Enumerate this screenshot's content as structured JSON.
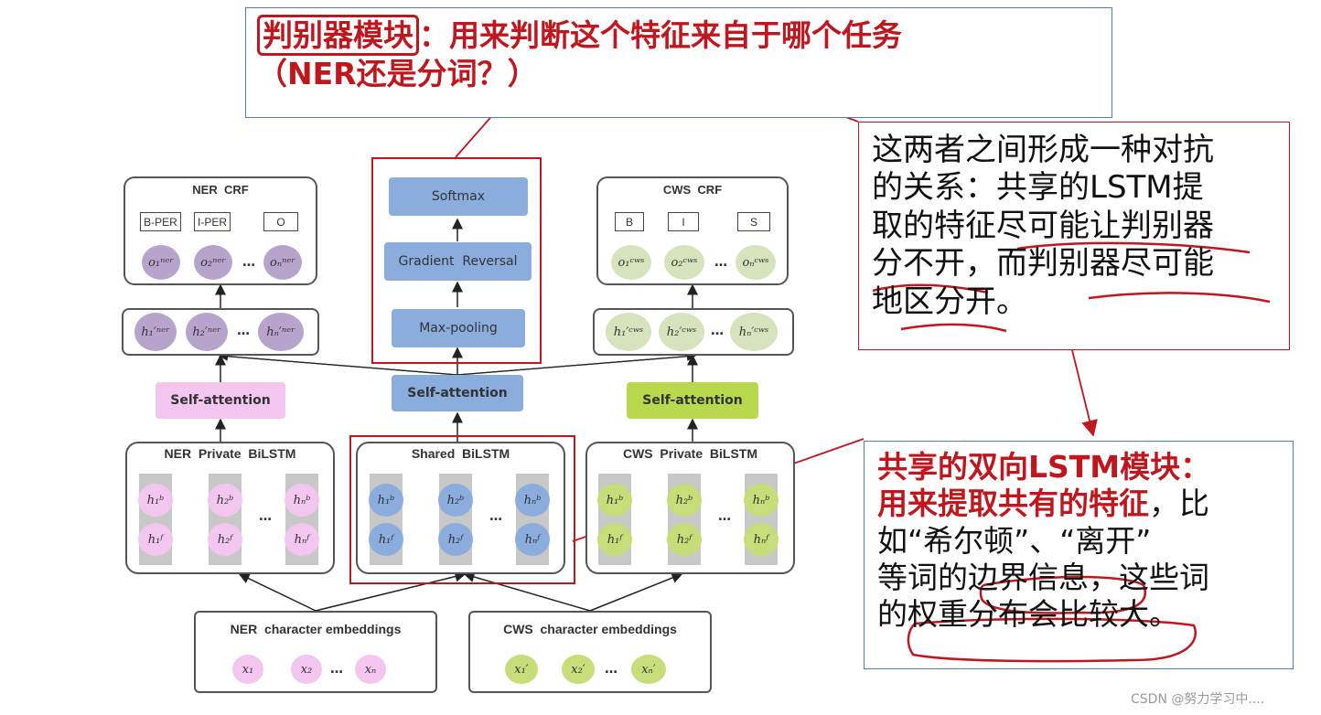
{
  "top_annotation": {
    "label": "判别器模块",
    "colon": "：",
    "text_line1": "用来判断这个特征来自于哪个任务",
    "text_line2": "（NER还是分词？）"
  },
  "right_annotation_1": {
    "lines": [
      "这两者之间形成一种对抗",
      "的关系：共享的LSTM提",
      "取的特征尽可能让判别器",
      "分不开，而判别器尽可能",
      "地区分开。"
    ]
  },
  "right_annotation_2": {
    "line1_red": "共享的双向LSTM模块：",
    "line2_red": "用来提取共有的特征",
    "line2_black": "，比",
    "line3": "如“希尔顿”、“离开”",
    "line4": "等词的边界信息，这些词",
    "line5": "的权重分布会比较大。"
  },
  "diagram": {
    "ner_crf": {
      "title": "NER  CRF",
      "tags": [
        "B-PER",
        "I-PER",
        "O"
      ],
      "outputs": [
        "o₁ⁿᵉʳ",
        "o₂ⁿᵉʳ",
        "oₙⁿᵉʳ"
      ],
      "dots": "…"
    },
    "cws_crf": {
      "title": "CWS  CRF",
      "tags": [
        "B",
        "I",
        "S"
      ],
      "outputs": [
        "o₁ᶜʷˢ",
        "o₂ᶜʷˢ",
        "oₙᶜʷˢ"
      ],
      "dots": "…"
    },
    "ner_hidden": {
      "items": [
        "h₁′ⁿᵉʳ",
        "h₂′ⁿᵉʳ",
        "hₙ′ⁿᵉʳ"
      ],
      "dots": "…"
    },
    "cws_hidden": {
      "items": [
        "h₁′ᶜʷˢ",
        "h₂′ᶜʷˢ",
        "hₙ′ᶜʷˢ"
      ],
      "dots": "…"
    },
    "discriminator": {
      "softmax": "Softmax",
      "gradient_reversal": "Gradient  Reversal",
      "max_pooling": "Max-pooling"
    },
    "attention": {
      "ner": "Self-attention",
      "shared": "Self-attention",
      "cws": "Self-attention"
    },
    "ner_bilstm": {
      "title": "NER  Private  BiLSTM",
      "backward": [
        "h₁ᵇ",
        "h₂ᵇ",
        "hₙᵇ"
      ],
      "forward": [
        "h₁ᶠ",
        "h₂ᶠ",
        "hₙᶠ"
      ],
      "dots": "…"
    },
    "shared_bilstm": {
      "title": "Shared  BiLSTM",
      "backward": [
        "h₁ᵇ",
        "h₂ᵇ",
        "hₙᵇ"
      ],
      "forward": [
        "h₁ᶠ",
        "h₂ᶠ",
        "hₙᶠ"
      ],
      "dots": "…"
    },
    "cws_bilstm": {
      "title": "CWS  Private  BiLSTM",
      "backward": [
        "h₁ᵇ",
        "h₂ᵇ",
        "hₙᵇ"
      ],
      "forward": [
        "h₁ᶠ",
        "h₂ᶠ",
        "hₙᶠ"
      ],
      "dots": "…"
    },
    "ner_emb": {
      "title": "NER  character embeddings",
      "items": [
        "x₁",
        "x₂",
        "xₙ"
      ],
      "dots": "…"
    },
    "cws_emb": {
      "title": "CWS  character embeddings",
      "items": [
        "x₁′",
        "x₂′",
        "xₙ′"
      ],
      "dots": "…"
    }
  },
  "watermark": "CSDN @努力学习中....",
  "colors": {
    "red": "#c0171e",
    "blue_border": "#4a7ebb",
    "purple": "#b7a4cc",
    "blue_node": "#8aaddd",
    "green": "#c6dd7a",
    "pink": "#f2c6ef",
    "cws_attention": "#b8d94e",
    "light_green": "#d6e3bd"
  }
}
